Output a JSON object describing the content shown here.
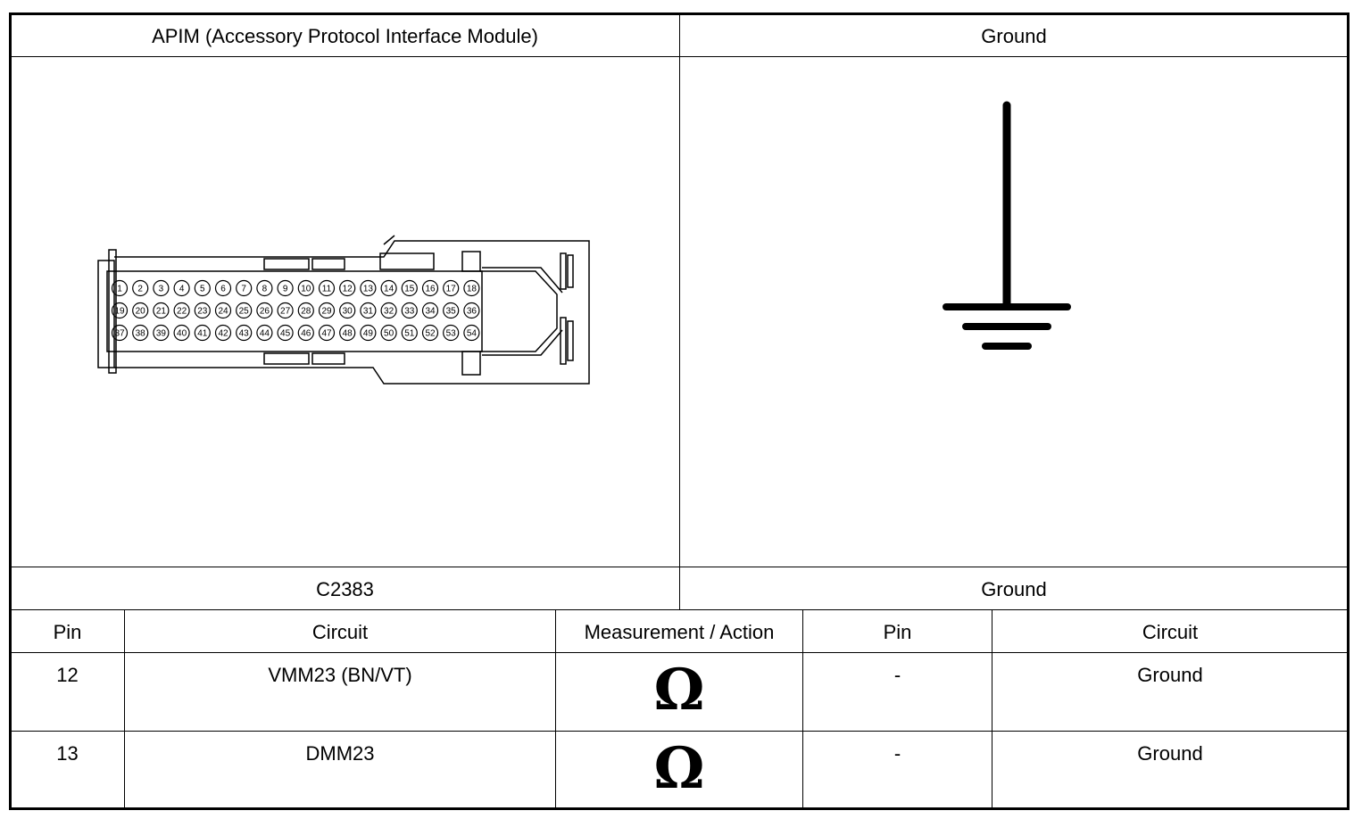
{
  "header": {
    "left_title": "APIM (Accessory Protocol Interface Module)",
    "right_title": "Ground"
  },
  "connector": {
    "name": "C2383",
    "right_name": "Ground",
    "row1": [
      "1",
      "2",
      "3",
      "4",
      "5",
      "6",
      "7",
      "8",
      "9",
      "10",
      "11",
      "12",
      "13",
      "14",
      "15",
      "16",
      "17",
      "18"
    ],
    "row2": [
      "19",
      "20",
      "21",
      "22",
      "23",
      "24",
      "25",
      "26",
      "27",
      "28",
      "29",
      "30",
      "31",
      "32",
      "33",
      "34",
      "35",
      "36"
    ],
    "row3": [
      "37",
      "38",
      "39",
      "40",
      "41",
      "42",
      "43",
      "44",
      "45",
      "46",
      "47",
      "48",
      "49",
      "50",
      "51",
      "52",
      "53",
      "54"
    ]
  },
  "table": {
    "headers": [
      "Pin",
      "Circuit",
      "Measurement / Action",
      "Pin",
      "Circuit"
    ],
    "rows": [
      {
        "pin": "12",
        "circuit": "VMM23 (BN/VT)",
        "measure": "Ω",
        "pin2": "-",
        "circuit2": "Ground"
      },
      {
        "pin": "13",
        "circuit": "DMM23",
        "measure": "Ω",
        "pin2": "-",
        "circuit2": "Ground"
      }
    ]
  },
  "icons": {
    "connector": "connector-face-icon",
    "ground": "ground-symbol-icon",
    "measure": "ohm-icon"
  }
}
